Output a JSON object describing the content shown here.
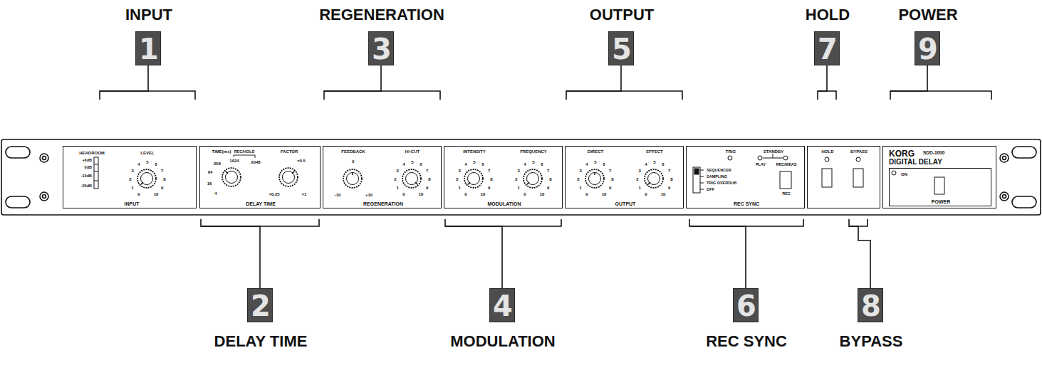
{
  "diagram": {
    "nodes": [
      {
        "text": [
          "INPUT",
          "1"
        ]
      },
      {
        "text": [
          "REGENERATION",
          "3"
        ]
      },
      {
        "text": [
          "OUTPUT",
          "5"
        ]
      },
      {
        "text": [
          "HOLD",
          "7"
        ]
      },
      {
        "text": [
          "POWER",
          "9"
        ]
      },
      {
        "text": [
          "HEADROOM",
          "LEVEL",
          "+6dB",
          "0dB",
          "-10dB",
          "-20dB",
          "0",
          "1",
          "2",
          "3",
          "4",
          "5",
          "6",
          "7",
          "8",
          "9",
          "10",
          "INPUT"
        ]
      },
      {
        "text": [
          "TIME(ms)",
          "REC/HOLD",
          "FACTOR",
          "256",
          "1024",
          "2048",
          "64",
          "16",
          "4",
          "×0.5",
          "×0.25",
          "×1",
          "DELAY TIME"
        ]
      },
      {
        "text": [
          "FEEDBACK",
          "HI-CUT",
          "0",
          "-10",
          "+10",
          "0",
          "1",
          "2",
          "3",
          "4",
          "5",
          "6",
          "7",
          "8",
          "9",
          "10",
          "REGENERATION"
        ]
      },
      {
        "text": [
          "INTENSITY",
          "FREQUENCY",
          "0",
          "1",
          "2",
          "3",
          "4",
          "5",
          "6",
          "7",
          "8",
          "9",
          "10",
          "0",
          "1",
          "2",
          "3",
          "4",
          "5",
          "6",
          "7",
          "8",
          "9",
          "10",
          "MODULATION"
        ]
      },
      {
        "text": [
          "DIRECT",
          "EFFECT",
          "0",
          "1",
          "2",
          "3",
          "4",
          "5",
          "6",
          "7",
          "8",
          "9",
          "10",
          "0",
          "1",
          "2",
          "3",
          "4",
          "5",
          "6",
          "7",
          "8",
          "9",
          "10",
          "OUTPUT"
        ]
      },
      {
        "text": [
          "TRIG",
          "STANDBY",
          "PLAY",
          "REC/MEAS",
          "SEQUENCER",
          "SAMPLING",
          "TRIG OVERDUB",
          "OFF",
          "REC",
          "REC SYNC"
        ]
      },
      {
        "text": [
          "HOLD",
          "BYPASS"
        ]
      },
      {
        "text": [
          "KORG",
          "SDD-1000",
          "DIGITAL DELAY"
        ]
      },
      {
        "text": [
          "ON",
          "POWER"
        ],
        "in": 12
      },
      {
        "text": [
          "2",
          "DELAY TIME"
        ]
      },
      {
        "text": [
          "4",
          "MODULATION"
        ]
      },
      {
        "text": [
          "6",
          "REC SYNC"
        ]
      },
      {
        "text": [
          "8",
          "BYPASS"
        ]
      }
    ],
    "edges": [
      {
        "from": 0,
        "to": 5,
        "arrow": "none"
      },
      {
        "from": 14,
        "to": 6,
        "arrow": "none"
      },
      {
        "from": 1,
        "to": 7,
        "arrow": "none"
      },
      {
        "from": 15,
        "to": 8,
        "arrow": "none"
      },
      {
        "from": 2,
        "to": 9,
        "arrow": "none"
      },
      {
        "from": 16,
        "to": 10,
        "arrow": "none"
      },
      {
        "from": 3,
        "to": 11,
        "arrow": "none"
      },
      {
        "from": 17,
        "to": 11,
        "arrow": "none"
      },
      {
        "from": 4,
        "to": 12,
        "arrow": "none"
      }
    ]
  }
}
